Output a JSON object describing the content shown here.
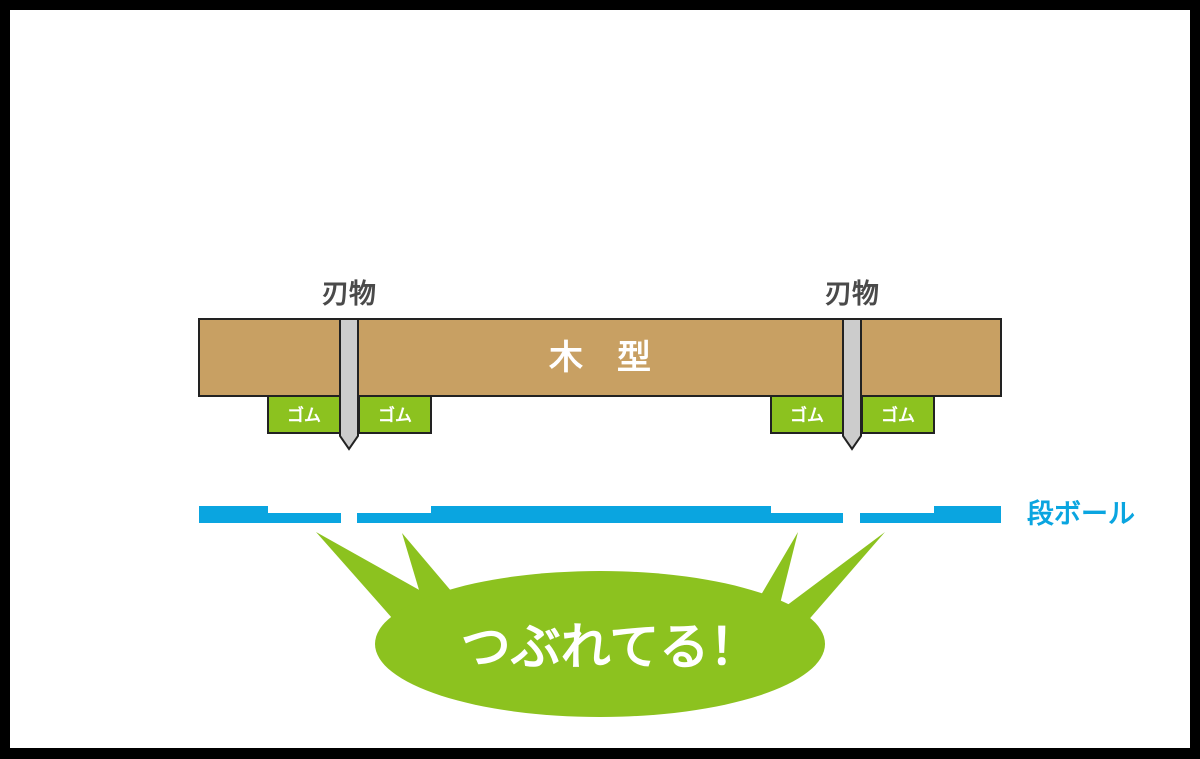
{
  "labels": {
    "blade_left": "刃物",
    "blade_right": "刃物",
    "wood_mold": "木　型",
    "rubber_1": "ゴム",
    "rubber_2": "ゴム",
    "rubber_3": "ゴム",
    "rubber_4": "ゴム",
    "cardboard": "段ボール",
    "callout": "つぶれてる！"
  },
  "colors": {
    "wood": "#c8a063",
    "rubber": "#8cc21f",
    "blade": "#cccccc",
    "cardboard": "#0aa5e0",
    "callout": "#8cc21f",
    "label_gray": "#4a4a4a",
    "frame": "#000000"
  }
}
